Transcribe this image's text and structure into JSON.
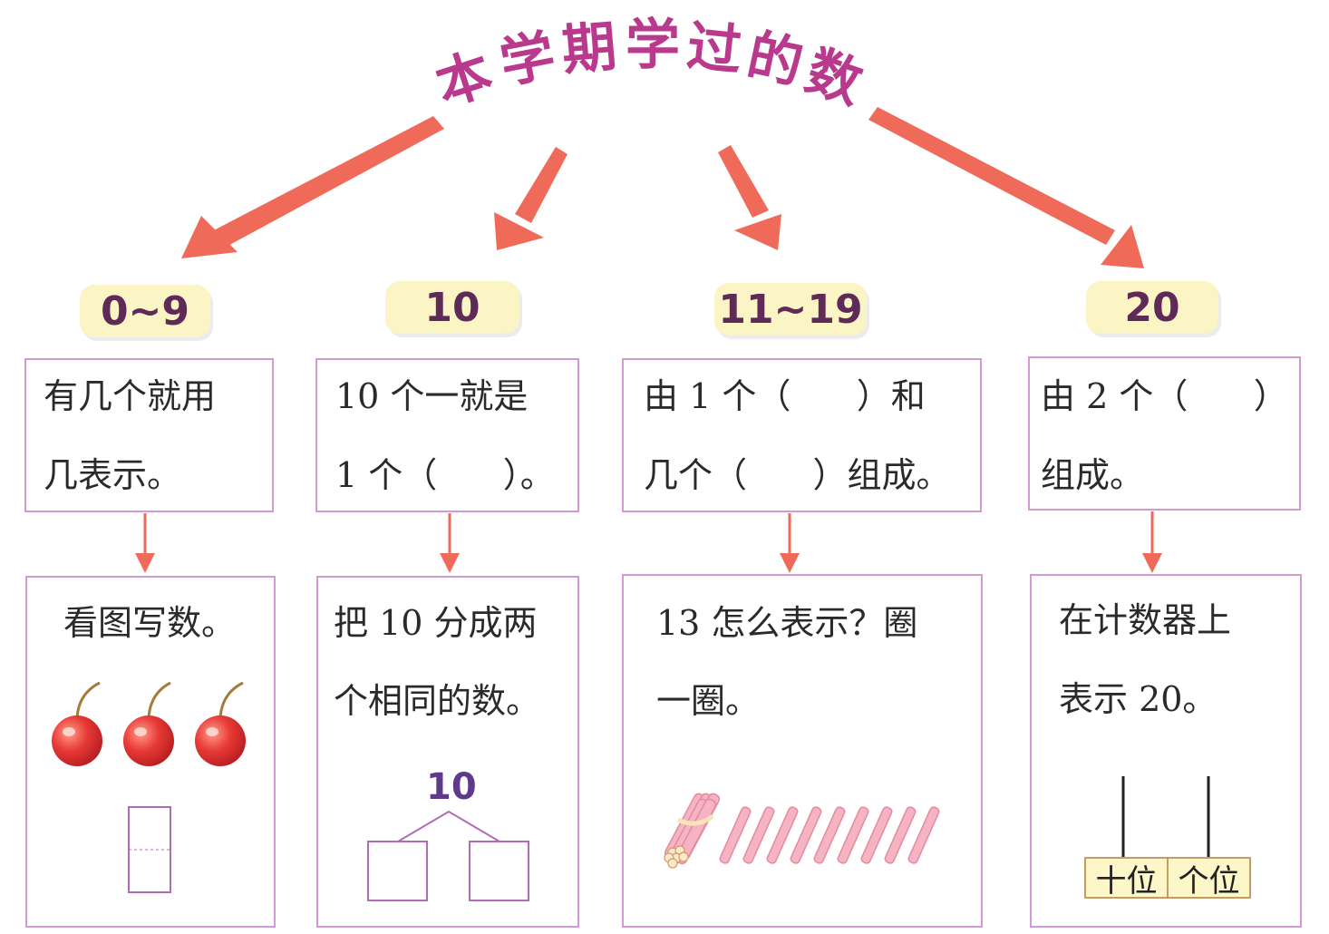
{
  "title": "本学期学过的数",
  "title_chars": [
    "本",
    "学",
    "期",
    "学",
    "过",
    "的",
    "数"
  ],
  "colors": {
    "title": "#b93a8d",
    "arrow": "#f06a5a",
    "box_border": "#d19ad3",
    "pill_bg": "#fbf4c4",
    "pill_text": "#5e2a57",
    "cherry": "#e23b3b",
    "stick": "#f2a9b9"
  },
  "columns": [
    {
      "label": "0~9",
      "rule_lines": [
        "有几个就用",
        "几表示。"
      ],
      "task_lines": [
        "看图写数。"
      ],
      "illustration": "cherries-and-blank"
    },
    {
      "label": "10",
      "rule_lines": [
        "10 个一就是",
        "1 个（      ）。"
      ],
      "task_lines": [
        "把 10 分成两",
        "个相同的数。"
      ],
      "illustration": "split-diagram",
      "split_top": "10"
    },
    {
      "label": "11~19",
      "rule_lines": [
        "由 1 个（      ）和",
        "几个（      ）组成。"
      ],
      "task_lines": [
        "13 怎么表示？圈",
        "一圈。"
      ],
      "illustration": "bundle-and-sticks"
    },
    {
      "label": "20",
      "rule_lines": [
        "由 2 个（      ）",
        "组成。"
      ],
      "task_lines": [
        "在计数器上",
        "表示 20。"
      ],
      "illustration": "abacus",
      "abacus_labels": [
        "十位",
        "个位"
      ]
    }
  ]
}
